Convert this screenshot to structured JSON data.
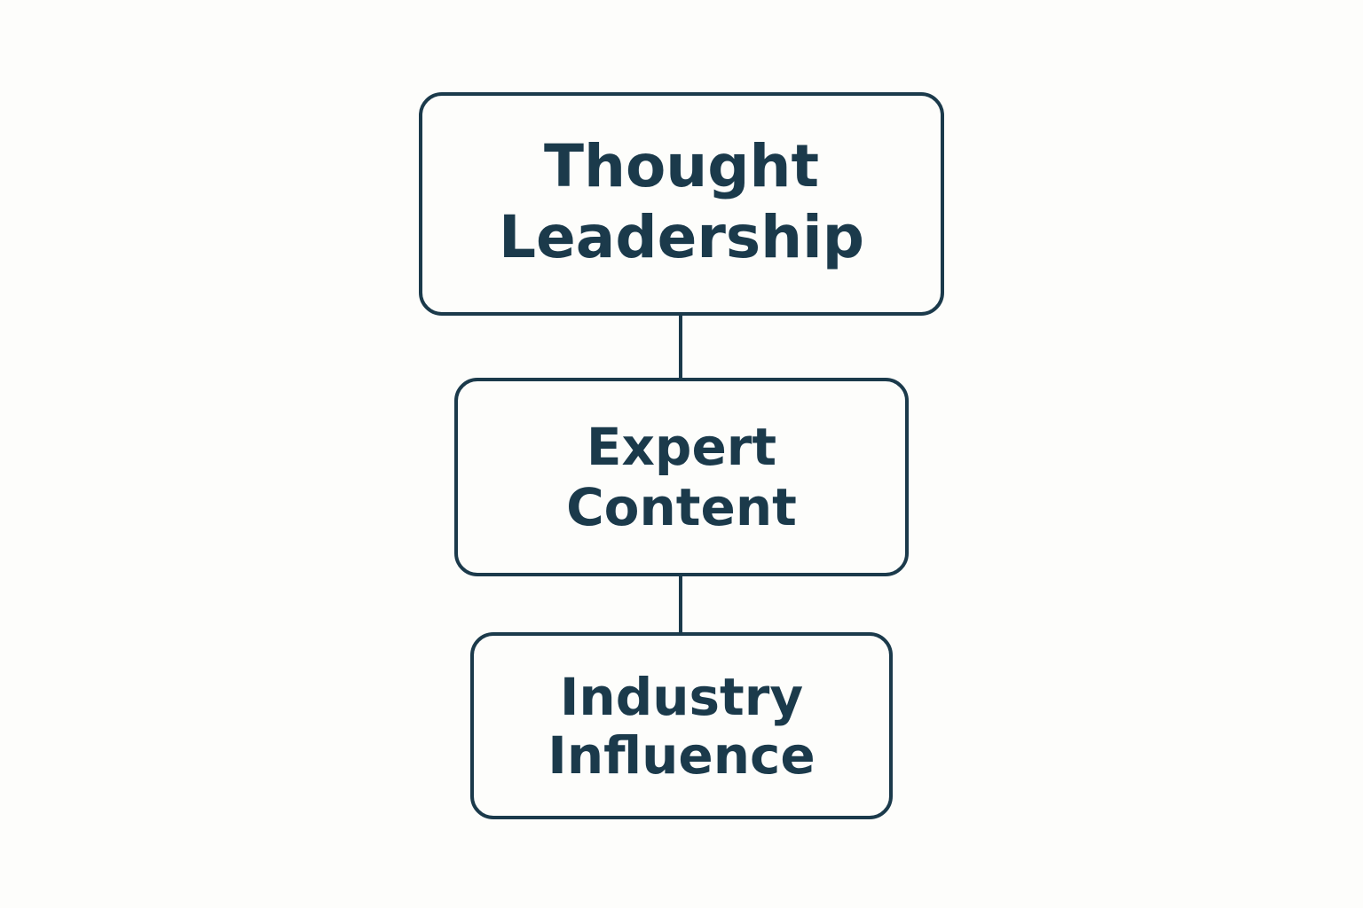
{
  "diagram": {
    "colors": {
      "stroke": "#1b3a4b",
      "text": "#1b3a4b",
      "background": "#fdfdfb"
    },
    "nodes": [
      {
        "line1": "Thought",
        "line2": "Leadership"
      },
      {
        "line1": "Expert",
        "line2": "Content"
      },
      {
        "line1": "Industry",
        "line2": "Influence"
      }
    ]
  }
}
